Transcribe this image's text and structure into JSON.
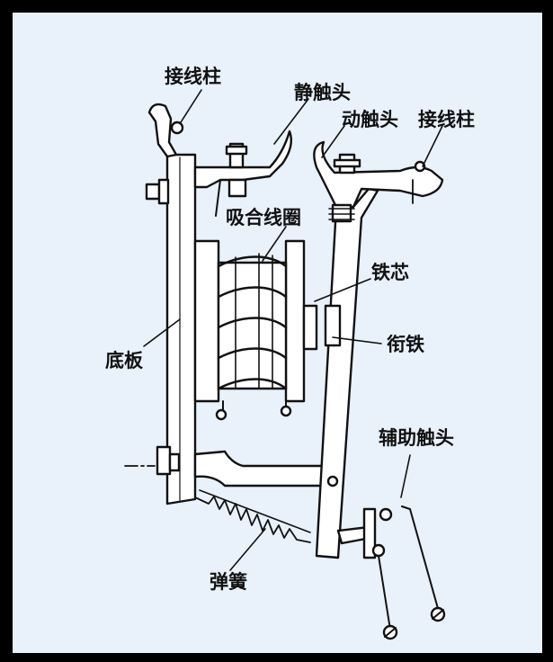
{
  "colors": {
    "background": "#e9f1fa",
    "frame": "#000000",
    "line": "#111111",
    "part_fill": "#ffffff"
  },
  "labels": {
    "terminal_left": "接线柱",
    "static_contact": "静触头",
    "moving_contact": "动触头",
    "terminal_right": "接线柱",
    "coil": "吸合线圈",
    "iron_core": "铁芯",
    "base_plate": "底板",
    "armature": "衔铁",
    "aux_contact": "辅助触头",
    "spring": "弹簧"
  }
}
